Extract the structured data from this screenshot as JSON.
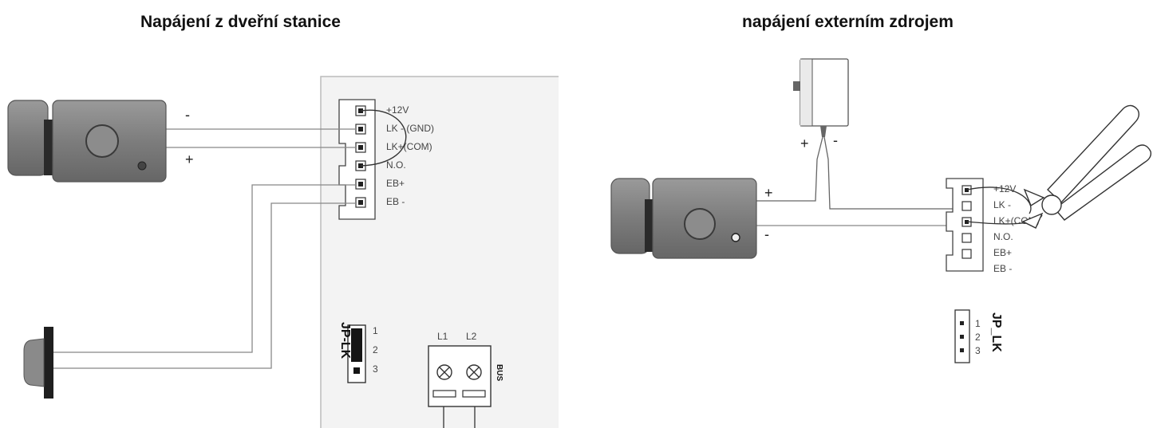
{
  "titles": {
    "left": "Napájení z dveřní stanice",
    "right": "napájení externím zdrojem"
  },
  "left_panel": {
    "terminals": [
      "+12V",
      "LK - (GND)",
      "LK+(COM)",
      "N.O.",
      "EB+",
      "EB -"
    ],
    "lock_wire_signs": [
      "-",
      "+"
    ],
    "jumper_label": "JP-LK",
    "jumper_pins": [
      "1",
      "2",
      "3"
    ],
    "bus_terminals": [
      "L1",
      "L2"
    ],
    "bus_label": "BUS"
  },
  "right_panel": {
    "adapter_signs": [
      "+",
      "-"
    ],
    "lock_wire_signs": [
      "+",
      "-"
    ],
    "terminals": [
      "+12V",
      "LK -",
      "LK+(COM)",
      "N.O.",
      "EB+",
      "EB -"
    ],
    "jumper_label": "JP_LK",
    "jumper_pins": [
      "1",
      "2",
      "3"
    ]
  }
}
